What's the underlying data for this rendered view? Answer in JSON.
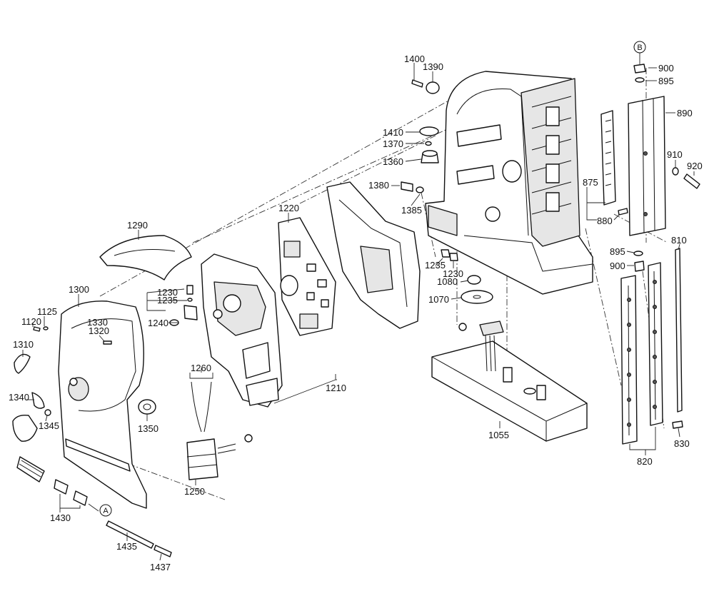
{
  "labels": {
    "l1400": "1400",
    "l1390": "1390",
    "l1410": "1410",
    "l1370": "1370",
    "l1360": "1360",
    "l1380": "1380",
    "l1385": "1385",
    "l1220": "1220",
    "l1290": "1290",
    "l1300": "1300",
    "l1230a": "1230",
    "l1235a": "1235",
    "l1240": "1240",
    "l1125": "1125",
    "l1120": "1120",
    "l1330": "1330",
    "l1320": "1320",
    "l1310": "1310",
    "l1340": "1340",
    "l1345": "1345",
    "l1350": "1350",
    "l1260": "1260",
    "l1250": "1250",
    "l1210": "1210",
    "l1235b": "1235",
    "l1230b": "1230",
    "l1080": "1080",
    "l1070": "1070",
    "l1055": "1055",
    "l900a": "900",
    "l895a": "895",
    "l890": "890",
    "l910": "910",
    "l920": "920",
    "l875": "875",
    "l880": "880",
    "l895b": "895",
    "l900b": "900",
    "l810": "810",
    "l820": "820",
    "l830": "830",
    "l1430": "1430",
    "l1435": "1435",
    "l1437": "1437"
  },
  "callouts": {
    "a": "A",
    "b": "B"
  }
}
